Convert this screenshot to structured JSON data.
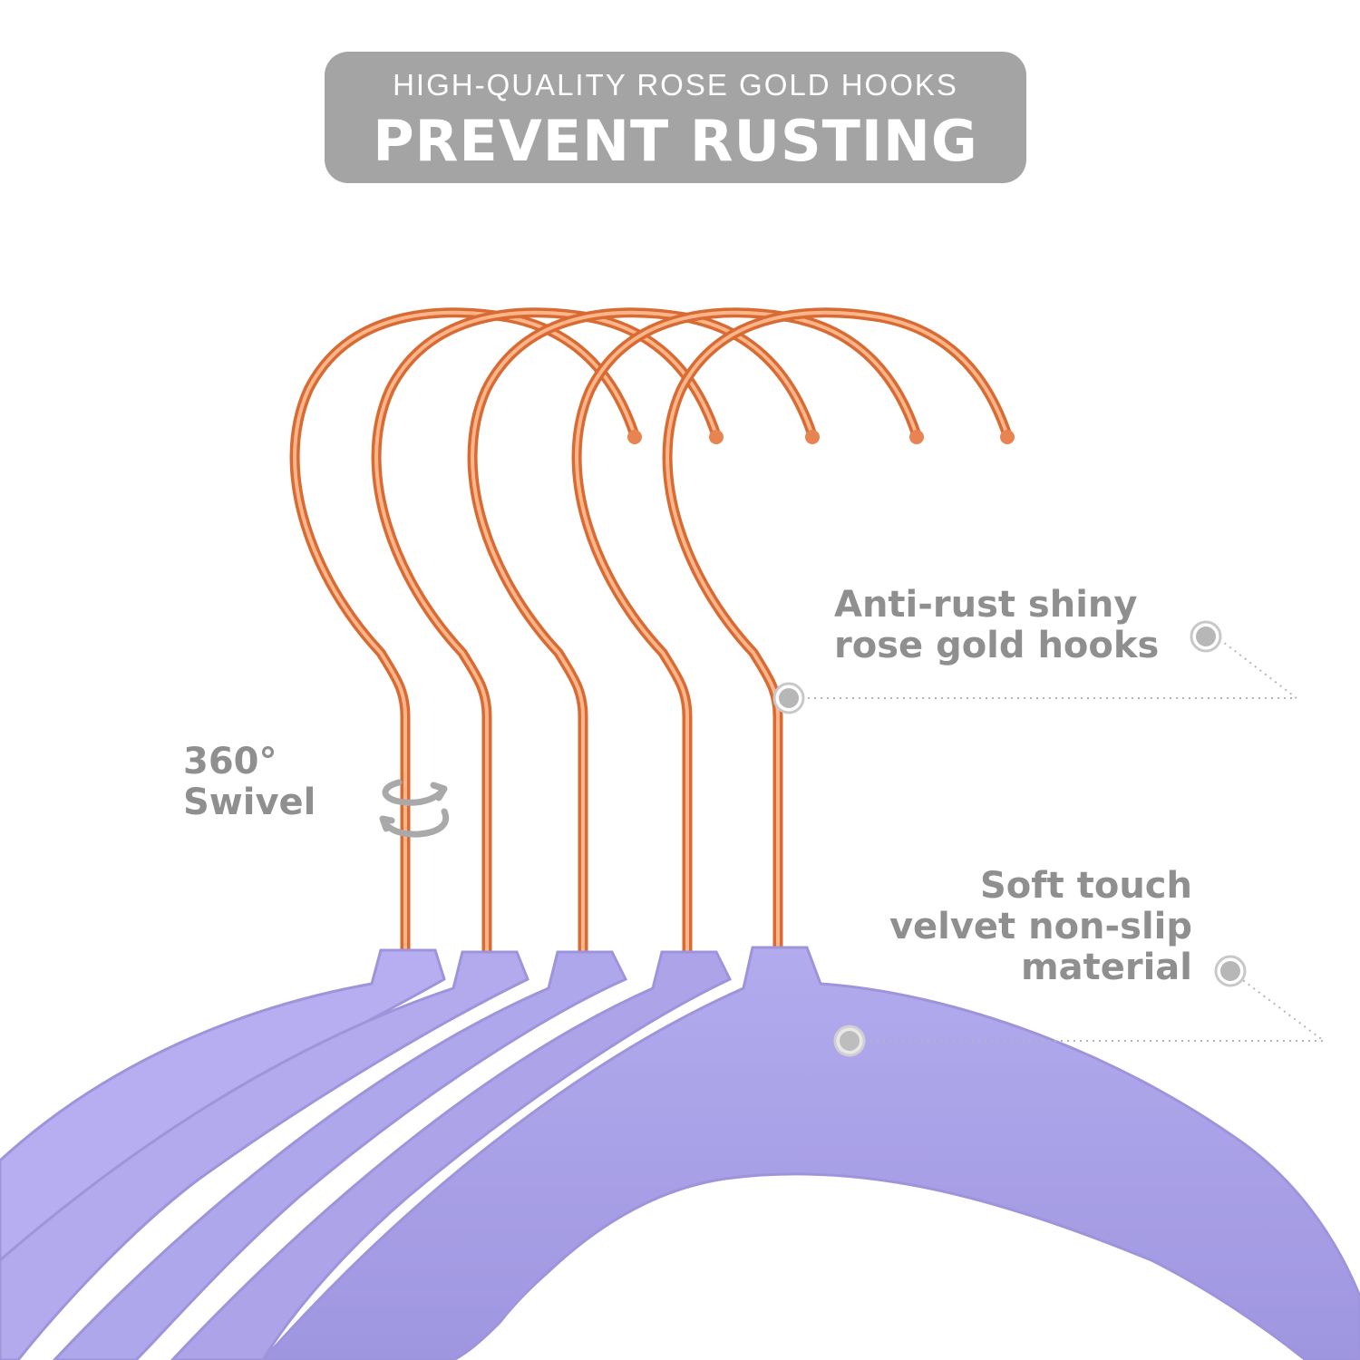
{
  "banner": {
    "subtitle": "HIGH-QUALITY ROSE GOLD HOOKS",
    "title": "PREVENT RUSTING"
  },
  "callouts": {
    "swivel": {
      "line1": "360°",
      "line2": "Swivel"
    },
    "hooks": {
      "line1": "Anti-rust shiny",
      "line2": "rose gold hooks"
    },
    "material": {
      "line1": "Soft touch",
      "line2": "velvet non-slip",
      "line3": "material"
    }
  },
  "colors": {
    "banner_bg": "#a4a4a4",
    "hanger_velvet": "#a9a1e6",
    "hook_rose_gold": "#f08a4e",
    "callout_text": "#8f8f8f"
  },
  "icons": [
    "swivel-arrows-icon",
    "callout-dot-icon"
  ],
  "product": {
    "hanger_count": 5
  }
}
